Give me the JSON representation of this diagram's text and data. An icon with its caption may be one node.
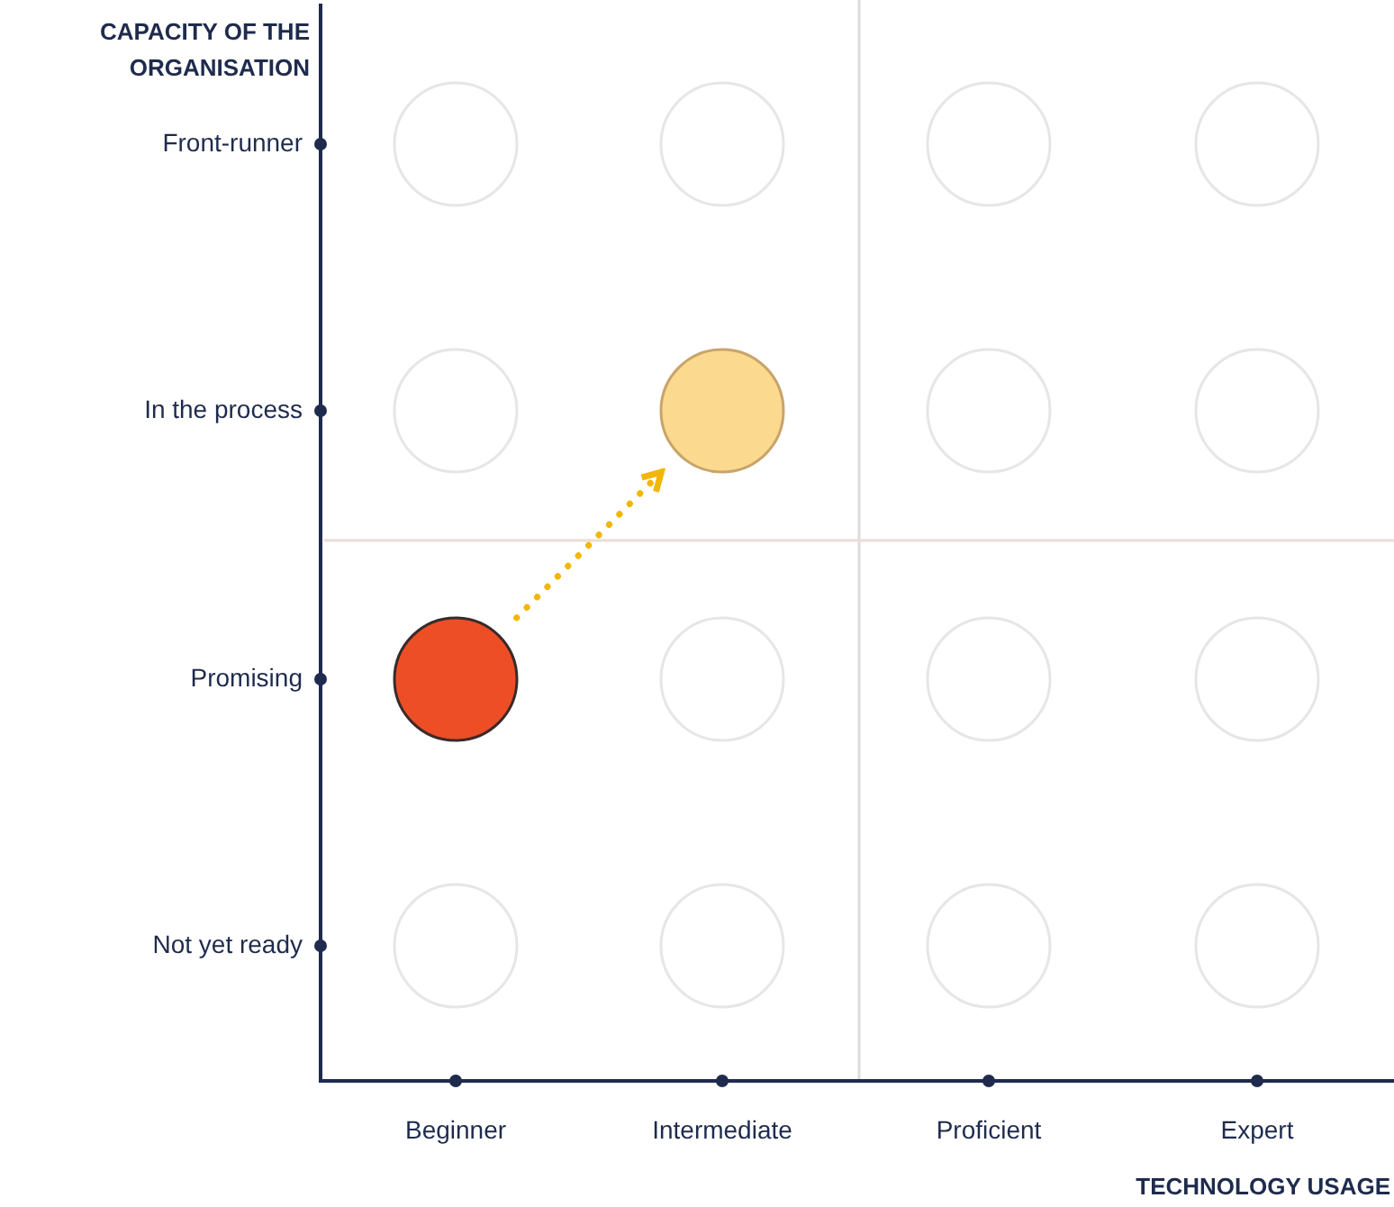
{
  "diagram": {
    "nodes": [
      {
        "text": [],
        "shape": "circle"
      },
      {
        "text": [],
        "shape": "circle"
      },
      {
        "text": [],
        "shape": "circle"
      },
      {
        "text": [],
        "shape": "circle"
      },
      {
        "text": [],
        "shape": "circle"
      },
      {
        "text": [],
        "shape": "circle"
      },
      {
        "text": [],
        "shape": "circle"
      },
      {
        "text": [],
        "shape": "circle"
      },
      {
        "text": [],
        "shape": "circle"
      },
      {
        "text": [],
        "shape": "circle"
      },
      {
        "text": [],
        "shape": "circle"
      },
      {
        "text": [],
        "shape": "circle"
      },
      {
        "text": [],
        "shape": "circle"
      },
      {
        "text": [],
        "shape": "circle"
      },
      {
        "text": [],
        "shape": "circle"
      },
      {
        "text": [],
        "shape": "circle"
      }
    ],
    "edges": [
      {
        "from": 8,
        "to": 5,
        "arrow": "to",
        "style": "dashed",
        "color": "#f2b705"
      }
    ],
    "labels": [
      "CAPACITY OF THE ORGANISATION",
      "Front-runner",
      "In the process",
      "Promising",
      "Not yet ready",
      "Beginner",
      "Intermediate",
      "Proficient",
      "Expert",
      "TECHNOLOGY USAGE"
    ]
  }
}
